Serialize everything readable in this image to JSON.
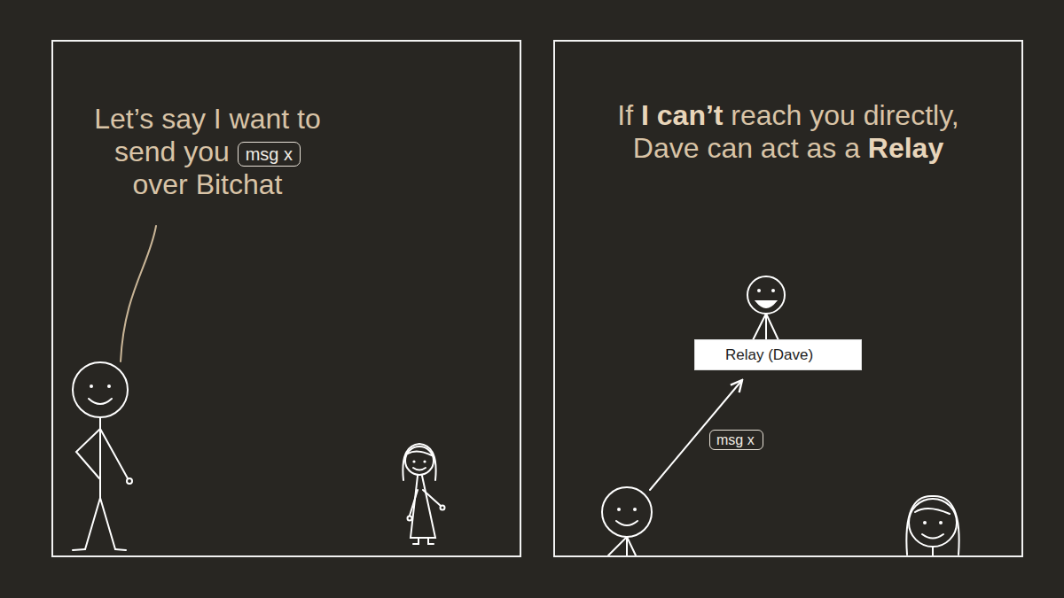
{
  "diagram": {
    "nodes": [
      {
        "text": [
          "Let’s say I want to send you",
          "over Bitchat"
        ]
      },
      {
        "text": [
          "msg x"
        ],
        "in": 0
      },
      {
        "text": [
          "If",
          "I can’t",
          "reach you directly, Dave can act as a",
          "Relay"
        ]
      },
      {
        "text": [
          "Relay (Dave)"
        ],
        "in": 2
      },
      {
        "text": [
          "msg x"
        ],
        "in": 2
      }
    ]
  }
}
